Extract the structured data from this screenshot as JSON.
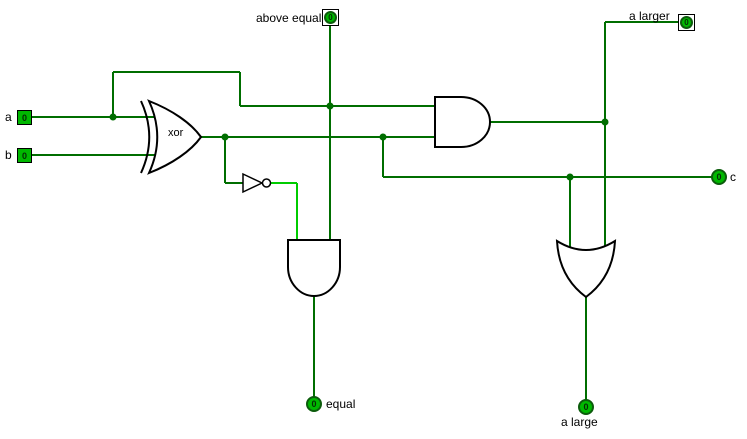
{
  "app": {
    "name": "logic-circuit-canvas",
    "background": "#ffffff"
  },
  "colors": {
    "wire_low": "#006e00",
    "wire_high": "#00cc00",
    "pin_fill": "#00b800",
    "gate_stroke": "#000000",
    "label_text": "#000000"
  },
  "gates": {
    "xor": {
      "label": "xor"
    },
    "not": {
      "label": ""
    },
    "and_top": {
      "label": ""
    },
    "and_bottom": {
      "label": ""
    },
    "or_bottom": {
      "label": ""
    }
  },
  "pins": {
    "a": {
      "label": "a",
      "value": "0",
      "type": "input"
    },
    "b": {
      "label": "b",
      "value": "0",
      "type": "input"
    },
    "above_equal": {
      "label": "above equal",
      "value": "0",
      "type": "output"
    },
    "a_larger": {
      "label": "a larger",
      "value": "0",
      "type": "output"
    },
    "c": {
      "label": "c",
      "value": "0",
      "type": "output"
    },
    "equal": {
      "label": "equal",
      "value": "0",
      "type": "output"
    },
    "a_large": {
      "label": "a large",
      "value": "0",
      "type": "output"
    }
  }
}
